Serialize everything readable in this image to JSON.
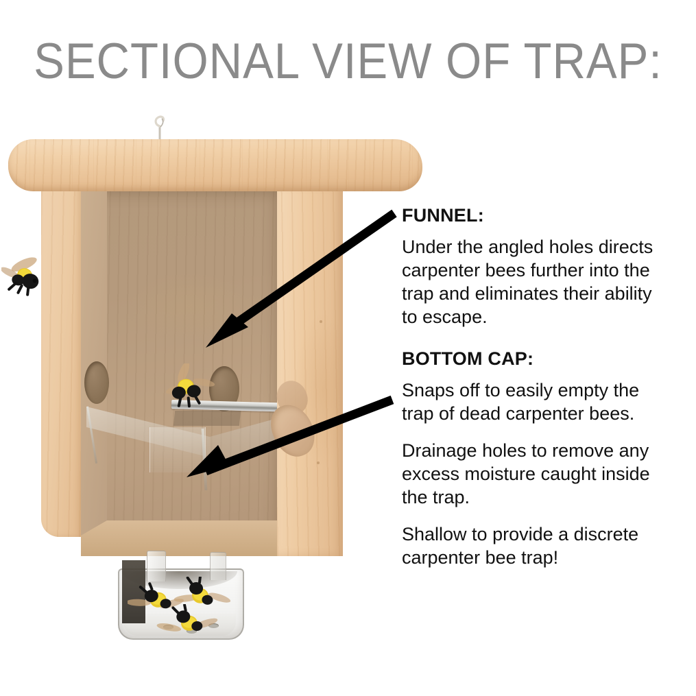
{
  "title": "SECTIONAL VIEW OF TRAP:",
  "title_color": "#8a8a8a",
  "background_color": "#ffffff",
  "illustration": {
    "name": "carpenter-bee-trap-cutaway",
    "alt": "Sectional cutaway view of a wooden carpenter bee trap with clear funnel and clear bottom cap",
    "wood_color": "#eccba4",
    "cavity_color": "#b59a7d",
    "hook_label": "hanging-hook",
    "parts": [
      "roof",
      "left-wall",
      "right-wall",
      "interior-cavity",
      "entry-hole-left",
      "entry-hole-back",
      "angled-hole-right",
      "funnel",
      "bottom-cap"
    ],
    "bees": [
      {
        "name": "flying-bee-outside",
        "state": "flying"
      },
      {
        "name": "flying-bee-inside",
        "state": "falling"
      },
      {
        "name": "trapped-bee-1",
        "state": "dead"
      },
      {
        "name": "trapped-bee-2",
        "state": "dead"
      },
      {
        "name": "trapped-bee-3",
        "state": "dead"
      }
    ]
  },
  "arrows": [
    {
      "name": "funnel-callout-arrow",
      "color": "#000000",
      "points_to": "funnel"
    },
    {
      "name": "bottom-cap-callout-arrow",
      "color": "#000000",
      "points_to": "bottom-cap"
    }
  ],
  "callouts": [
    {
      "id": "funnel",
      "heading": "FUNNEL:",
      "paragraphs": [
        "Under the angled holes directs carpenter bees further into the trap and eliminates their ability to escape."
      ]
    },
    {
      "id": "bottom-cap",
      "heading": "BOTTOM CAP:",
      "paragraphs": [
        "Snaps off to easily empty the trap of dead carpenter bees.",
        "Drainage holes to remove any excess moisture caught inside the trap.",
        "Shallow to provide a discrete carpenter bee trap!"
      ]
    }
  ]
}
